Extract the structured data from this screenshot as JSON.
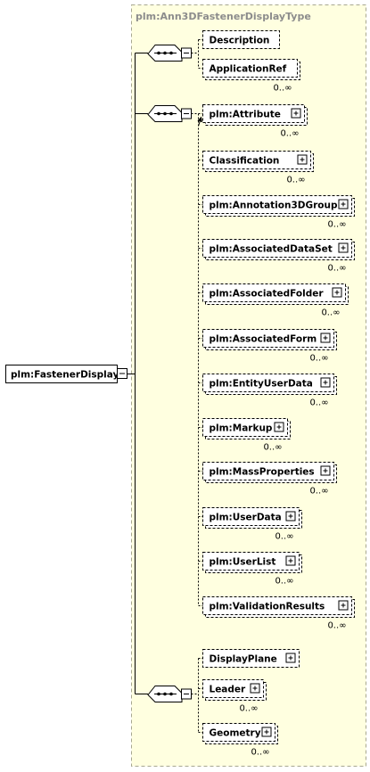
{
  "diagram": {
    "type_name": "plm:Ann3DFastenerDisplayType",
    "root": {
      "label": "plm:FastenerDisplay"
    },
    "seq1": [
      {
        "id": "description",
        "label": "Description",
        "card": ""
      },
      {
        "id": "application-ref",
        "label": "ApplicationRef",
        "card": "0..∞"
      }
    ],
    "choice": [
      {
        "id": "attribute",
        "label": "plm:Attribute",
        "card": "0..∞"
      },
      {
        "id": "classification",
        "label": "Classification",
        "card": "0..∞"
      },
      {
        "id": "annotation3dgroup",
        "label": "plm:Annotation3DGroup",
        "card": "0..∞"
      },
      {
        "id": "associated-dataset",
        "label": "plm:AssociatedDataSet",
        "card": "0..∞"
      },
      {
        "id": "associated-folder",
        "label": "plm:AssociatedFolder",
        "card": "0..∞"
      },
      {
        "id": "associated-form",
        "label": "plm:AssociatedForm",
        "card": "0..∞"
      },
      {
        "id": "entity-userdata",
        "label": "plm:EntityUserData",
        "card": "0..∞"
      },
      {
        "id": "markup",
        "label": "plm:Markup",
        "card": "0..∞"
      },
      {
        "id": "mass-properties",
        "label": "plm:MassProperties",
        "card": "0..∞"
      },
      {
        "id": "userdata",
        "label": "plm:UserData",
        "card": "0..∞"
      },
      {
        "id": "userlist",
        "label": "plm:UserList",
        "card": "0..∞"
      },
      {
        "id": "validation-results",
        "label": "plm:ValidationResults",
        "card": "0..∞"
      }
    ],
    "seq3": [
      {
        "id": "display-plane",
        "label": "DisplayPlane",
        "card": ""
      },
      {
        "id": "leader",
        "label": "Leader",
        "card": "0..∞"
      },
      {
        "id": "geometry",
        "label": "Geometry",
        "card": "0..∞"
      }
    ],
    "colors": {
      "type_bg": "#ffffe0",
      "type_border": "#a8a890",
      "line": "#000000",
      "title": "#8c8c8c"
    }
  }
}
